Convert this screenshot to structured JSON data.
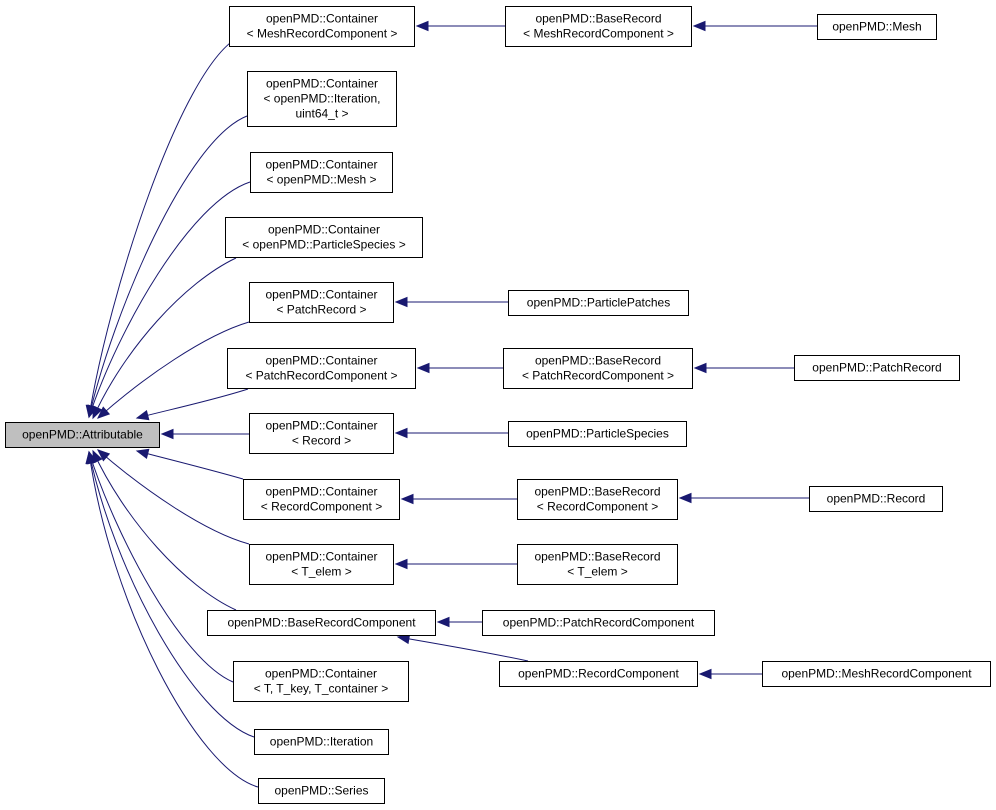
{
  "colors": {
    "edge": "#191970",
    "node_fill": "#ffffff",
    "root_fill": "#bfbfbf",
    "border": "#000000",
    "text": "#000000"
  },
  "nodes": [
    {
      "id": "attributable",
      "lines": [
        "openPMD::Attributable"
      ],
      "root": true
    },
    {
      "id": "c_meshrc",
      "lines": [
        "openPMD::Container",
        "< MeshRecordComponent >"
      ]
    },
    {
      "id": "c_iteration",
      "lines": [
        "openPMD::Container",
        "< openPMD::Iteration,",
        "uint64_t >"
      ]
    },
    {
      "id": "c_mesh",
      "lines": [
        "openPMD::Container",
        "< openPMD::Mesh >"
      ]
    },
    {
      "id": "c_particlespecies",
      "lines": [
        "openPMD::Container",
        "< openPMD::ParticleSpecies >"
      ]
    },
    {
      "id": "c_patchrecord",
      "lines": [
        "openPMD::Container",
        "< PatchRecord >"
      ]
    },
    {
      "id": "c_patchrc",
      "lines": [
        "openPMD::Container",
        "< PatchRecordComponent >"
      ]
    },
    {
      "id": "c_record",
      "lines": [
        "openPMD::Container",
        "< Record >"
      ]
    },
    {
      "id": "c_recordcomponent",
      "lines": [
        "openPMD::Container",
        "< RecordComponent >"
      ]
    },
    {
      "id": "c_telem",
      "lines": [
        "openPMD::Container",
        "< T_elem >"
      ]
    },
    {
      "id": "baserecordcomponent",
      "lines": [
        "openPMD::BaseRecordComponent"
      ]
    },
    {
      "id": "c_generic",
      "lines": [
        "openPMD::Container",
        "< T, T_key, T_container >"
      ]
    },
    {
      "id": "iteration",
      "lines": [
        "openPMD::Iteration"
      ]
    },
    {
      "id": "series",
      "lines": [
        "openPMD::Series"
      ]
    },
    {
      "id": "br_meshrc",
      "lines": [
        "openPMD::BaseRecord",
        "< MeshRecordComponent >"
      ]
    },
    {
      "id": "mesh",
      "lines": [
        "openPMD::Mesh"
      ]
    },
    {
      "id": "particlepatches",
      "lines": [
        "openPMD::ParticlePatches"
      ]
    },
    {
      "id": "br_patchrc",
      "lines": [
        "openPMD::BaseRecord",
        "< PatchRecordComponent >"
      ]
    },
    {
      "id": "patchrecord",
      "lines": [
        "openPMD::PatchRecord"
      ]
    },
    {
      "id": "particlespecies",
      "lines": [
        "openPMD::ParticleSpecies"
      ]
    },
    {
      "id": "br_recordcomponent",
      "lines": [
        "openPMD::BaseRecord",
        "< RecordComponent >"
      ]
    },
    {
      "id": "record",
      "lines": [
        "openPMD::Record"
      ]
    },
    {
      "id": "br_telem",
      "lines": [
        "openPMD::BaseRecord",
        "< T_elem >"
      ]
    },
    {
      "id": "patchrecordcomponent",
      "lines": [
        "openPMD::PatchRecordComponent"
      ]
    },
    {
      "id": "recordcomponent",
      "lines": [
        "openPMD::RecordComponent"
      ]
    },
    {
      "id": "meshrecordcomponent",
      "lines": [
        "openPMD::MeshRecordComponent"
      ]
    }
  ],
  "edges": [
    {
      "from": "c_meshrc",
      "to": "attributable"
    },
    {
      "from": "c_iteration",
      "to": "attributable"
    },
    {
      "from": "c_mesh",
      "to": "attributable"
    },
    {
      "from": "c_particlespecies",
      "to": "attributable"
    },
    {
      "from": "c_patchrecord",
      "to": "attributable"
    },
    {
      "from": "c_patchrc",
      "to": "attributable"
    },
    {
      "from": "c_record",
      "to": "attributable"
    },
    {
      "from": "c_recordcomponent",
      "to": "attributable"
    },
    {
      "from": "c_telem",
      "to": "attributable"
    },
    {
      "from": "baserecordcomponent",
      "to": "attributable"
    },
    {
      "from": "c_generic",
      "to": "attributable"
    },
    {
      "from": "iteration",
      "to": "attributable"
    },
    {
      "from": "series",
      "to": "attributable"
    },
    {
      "from": "br_meshrc",
      "to": "c_meshrc"
    },
    {
      "from": "mesh",
      "to": "br_meshrc"
    },
    {
      "from": "particlepatches",
      "to": "c_patchrecord"
    },
    {
      "from": "br_patchrc",
      "to": "c_patchrc"
    },
    {
      "from": "patchrecord",
      "to": "br_patchrc"
    },
    {
      "from": "particlespecies",
      "to": "c_record"
    },
    {
      "from": "br_recordcomponent",
      "to": "c_recordcomponent"
    },
    {
      "from": "record",
      "to": "br_recordcomponent"
    },
    {
      "from": "br_telem",
      "to": "c_telem"
    },
    {
      "from": "patchrecordcomponent",
      "to": "baserecordcomponent"
    },
    {
      "from": "recordcomponent",
      "to": "baserecordcomponent"
    },
    {
      "from": "meshrecordcomponent",
      "to": "recordcomponent"
    }
  ]
}
